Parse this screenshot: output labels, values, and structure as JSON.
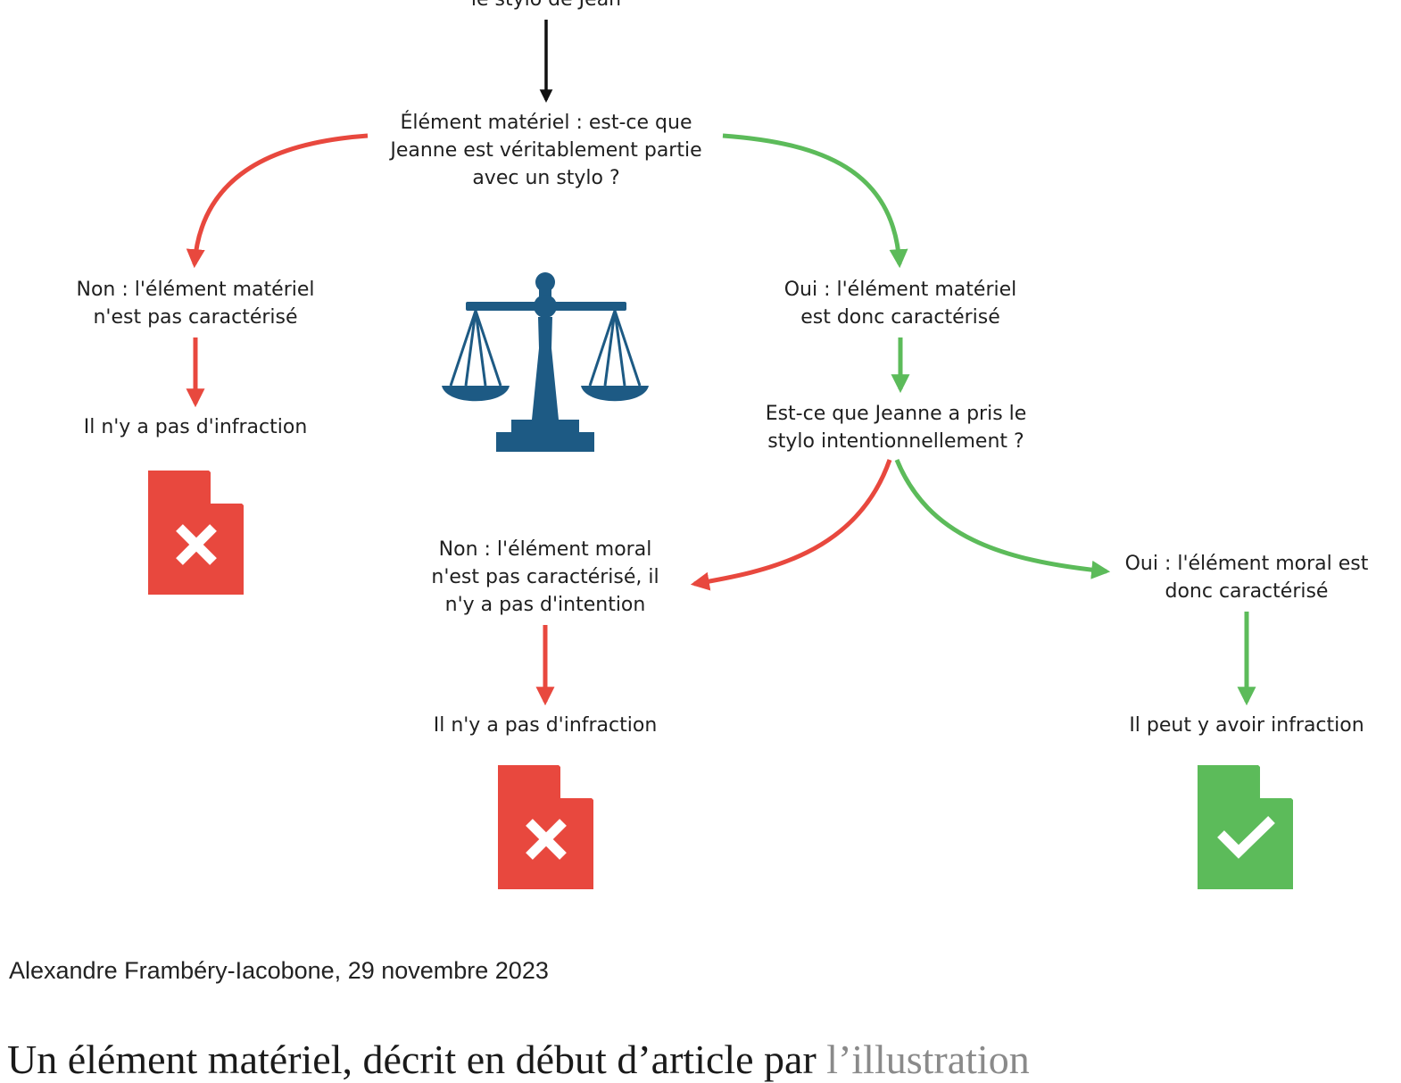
{
  "colors": {
    "red": "#e8483e",
    "green": "#5cbb5a",
    "black": "#111111",
    "scale": "#1d5a84"
  },
  "nodes": {
    "top": "le stylo de Jean",
    "q1": "Élément matériel : est-ce que\nJeanne est véritablement partie\navec un stylo ?",
    "no1": "Non : l'élément matériel\nn'est pas caractérisé",
    "res1": "Il n'y a pas d'infraction",
    "yes1": "Oui : l'élément matériel\nest donc caractérisé",
    "q2": "Est-ce que Jeanne a pris le\nstylo intentionnellement ?",
    "no2": "Non : l'élément moral\nn'est pas caractérisé, il\nn'y a pas d'intention",
    "res2": "Il n'y a pas d'infraction",
    "yes2": "Oui : l'élément moral est\ndonc caractérisé",
    "res3": "Il peut y avoir infraction"
  },
  "icons": {
    "scale": "balance-scale-icon",
    "doc_rejected": "document-x-icon",
    "doc_accepted": "document-check-icon"
  },
  "caption": "Alexandre Frambéry-Iacobone, 29 novembre 2023",
  "lead": {
    "text": "Un élément matériel, décrit en début d’article par ",
    "link": "l’illustration"
  }
}
